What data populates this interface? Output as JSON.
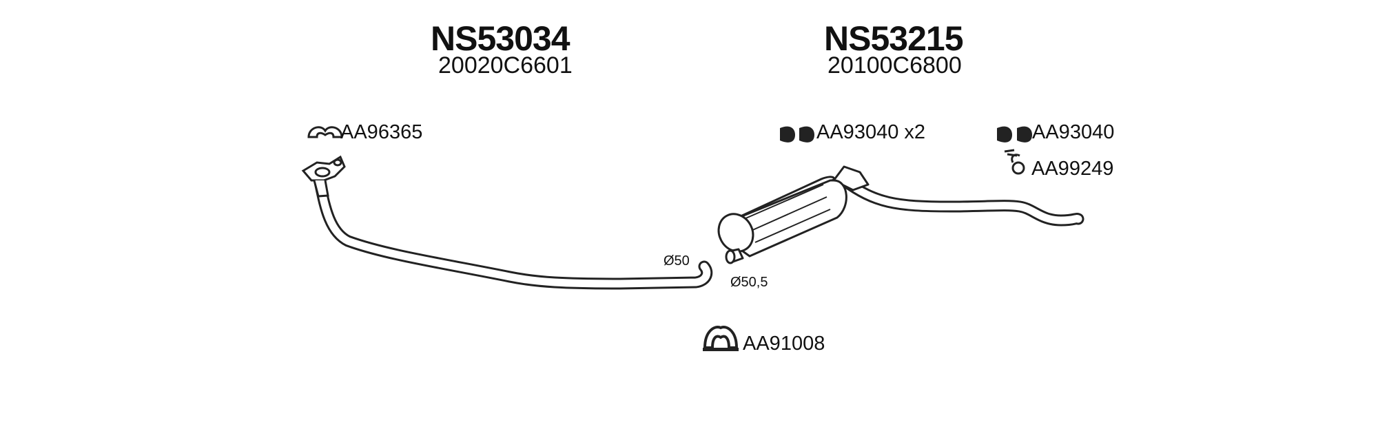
{
  "parts": [
    {
      "code": "NS53034",
      "oem": "20020C6601"
    },
    {
      "code": "NS53215",
      "oem": "20100C6800"
    }
  ],
  "accessories": {
    "flange_gasket": "AA96365",
    "rubber_mount_pair": "AA93040 x2",
    "rubber_mount_single": "AA93040",
    "hanger": "AA99249",
    "clamp": "AA91008"
  },
  "dimensions": {
    "front_pipe_outlet": "Ø50",
    "silencer_inlet": "Ø50,5"
  }
}
